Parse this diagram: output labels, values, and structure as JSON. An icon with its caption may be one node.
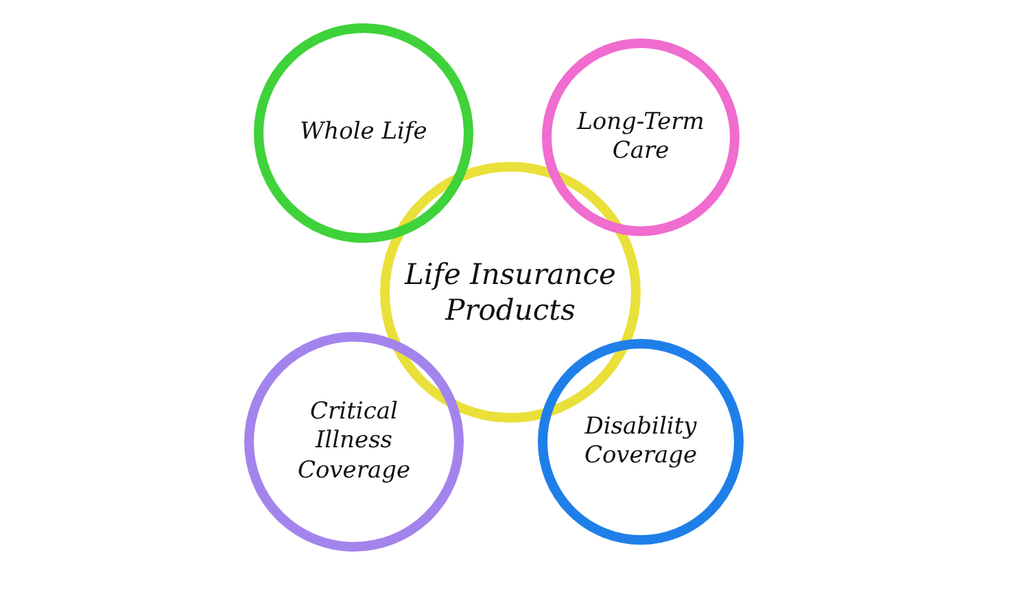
{
  "diagram": {
    "nodes": [
      {
        "text": [
          "Whole Life"
        ]
      },
      {
        "text": [
          "Long-Term Care"
        ]
      },
      {
        "text": [
          "Life Insurance Products"
        ]
      },
      {
        "text": [
          "Critical Illness Coverage"
        ]
      },
      {
        "text": [
          "Disability Coverage"
        ]
      }
    ]
  }
}
